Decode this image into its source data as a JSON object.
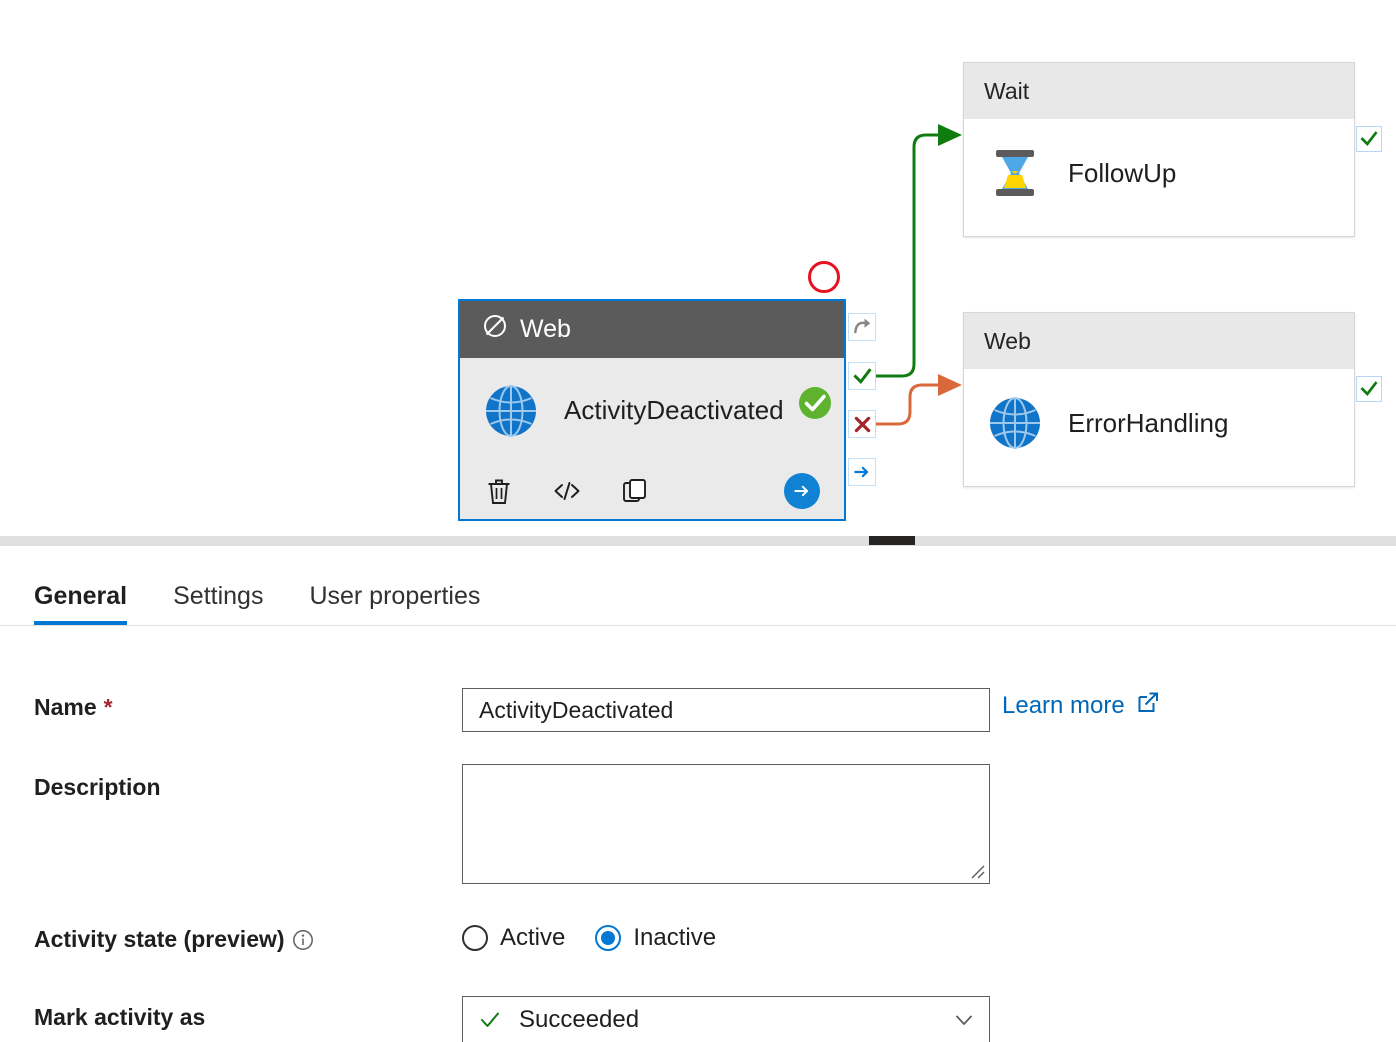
{
  "canvas": {
    "selected_node": {
      "type_label": "Web",
      "type_icon": "deactivated-icon",
      "activity_name": "ActivityDeactivated",
      "activity_icon": "globe-icon",
      "status_badge": "success-check-badge",
      "status_ring": "red-circle-outline",
      "toolbar": [
        {
          "name": "delete-icon",
          "label": "Delete"
        },
        {
          "name": "code-icon",
          "label": "Code"
        },
        {
          "name": "clone-icon",
          "label": "Clone"
        },
        {
          "name": "run-icon",
          "label": "Run"
        }
      ],
      "output_handles": [
        {
          "name": "skipped-handle",
          "glyph": "arc-arrow",
          "color": "#8a8886"
        },
        {
          "name": "success-handle",
          "glyph": "check",
          "color": "#107c10"
        },
        {
          "name": "failure-handle",
          "glyph": "cross",
          "color": "#a4262c"
        },
        {
          "name": "completion-handle",
          "glyph": "arrow-right",
          "color": "#0078d4"
        }
      ]
    },
    "nodes": [
      {
        "type_label": "Wait",
        "activity_name": "FollowUp",
        "activity_icon": "hourglass-icon",
        "handle": "success-handle"
      },
      {
        "type_label": "Web",
        "activity_name": "ErrorHandling",
        "activity_icon": "globe-icon",
        "handle": "success-handle"
      }
    ],
    "edges": [
      {
        "from": "success-handle",
        "to": "FollowUp",
        "color": "#107c10"
      },
      {
        "from": "failure-handle",
        "to": "ErrorHandling",
        "color": "#d9693b"
      }
    ],
    "scrollbar": {
      "name": "horizontal-scrollbar"
    }
  },
  "panel": {
    "tabs": [
      {
        "label": "General",
        "active": true
      },
      {
        "label": "Settings",
        "active": false
      },
      {
        "label": "User properties",
        "active": false
      }
    ],
    "fields": {
      "name": {
        "label": "Name",
        "required_marker": "*",
        "value": "ActivityDeactivated",
        "placeholder": ""
      },
      "description": {
        "label": "Description",
        "value": "",
        "placeholder": ""
      },
      "activity_state": {
        "label": "Activity state (preview)",
        "info_icon": "info-icon",
        "options": [
          {
            "label": "Active",
            "selected": false
          },
          {
            "label": "Inactive",
            "selected": true
          }
        ]
      },
      "mark_activity_as": {
        "label": "Mark activity as",
        "value": "Succeeded",
        "leading_icon": "check-icon",
        "chevron": "chevron-down-icon"
      }
    },
    "learn_more": {
      "label": "Learn more",
      "icon": "external-link-icon"
    }
  },
  "colors": {
    "accent": "#0078d4",
    "link": "#0067b8",
    "success": "#107c10",
    "failure": "#a4262c",
    "error_edge": "#d9693b",
    "required": "#a4262c",
    "selected_header": "#5b5b5b",
    "node_header": "#e8e8e8",
    "status_ring": "#e81123"
  }
}
